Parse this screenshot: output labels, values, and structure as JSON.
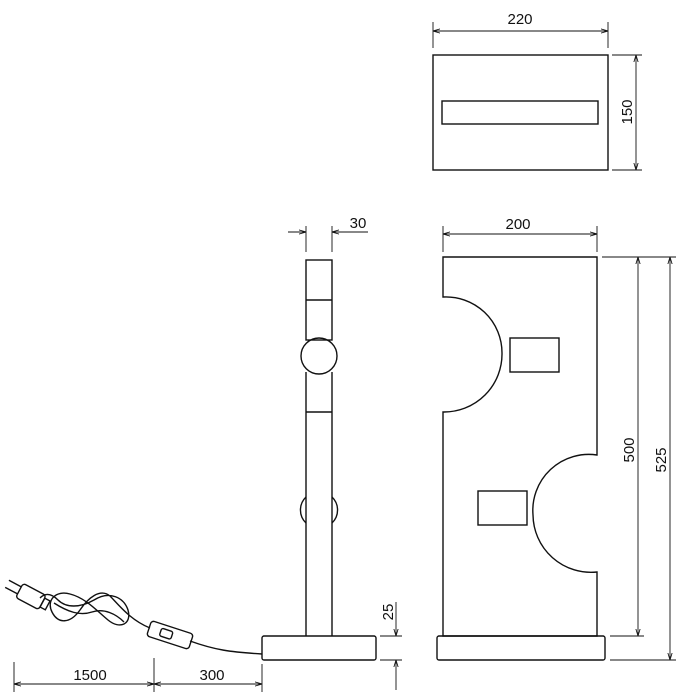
{
  "dimensions": {
    "top_width": "220",
    "top_depth": "150",
    "rod_width": "30",
    "front_width": "200",
    "body_height": "500",
    "total_height": "525",
    "base_height": "25",
    "cable_length": "1500",
    "switch_distance": "300"
  }
}
